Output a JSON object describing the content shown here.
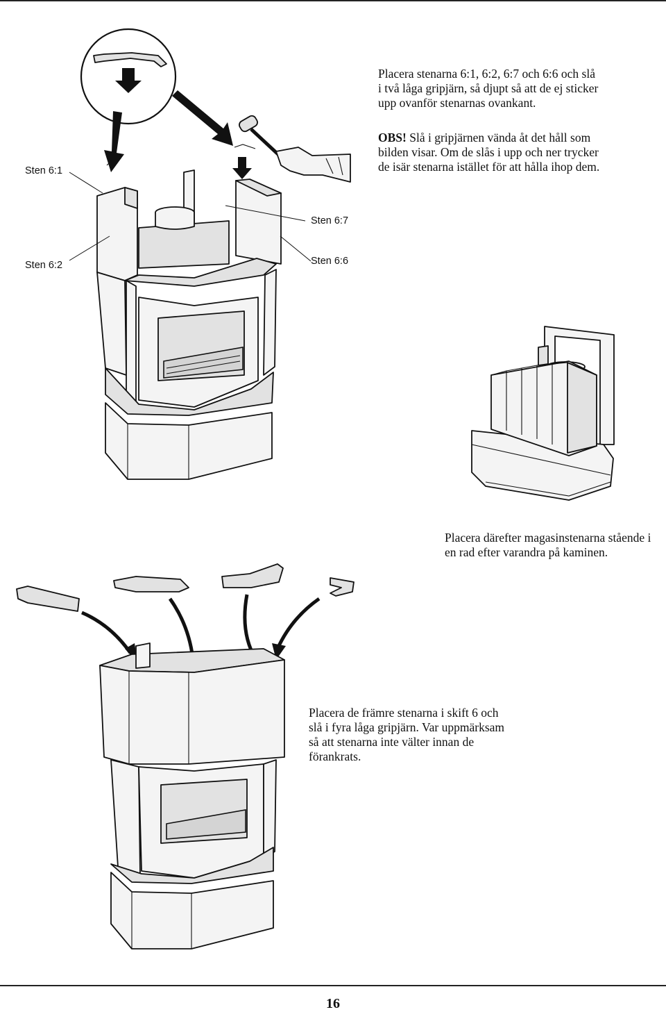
{
  "step1": {
    "instruction": "Placera stenarna 6:1, 6:2, 6:7 och 6:6 och slå i två låga gripjärn, så djupt så att de ej sticker upp ovanför stenarnas ovankant.",
    "obs_label": "OBS!",
    "obs_text": " Slå i gripjärnen vända åt det håll som bilden visar. Om de slås i upp och ner trycker de isär stenarna istället för att hålla ihop dem."
  },
  "labels": {
    "sten_6_1": "Sten 6:1",
    "sten_6_7": "Sten 6:7",
    "sten_6_2": "Sten 6:2",
    "sten_6_6": "Sten 6:6"
  },
  "step2": {
    "instruction": "Placera därefter magasinstenarna stående i en rad efter varandra på kaminen."
  },
  "step3": {
    "instruction": "Placera de främre stenarna i skift 6 och slå i fyra låga gripjärn. Var uppmärksam så att stenarna inte välter innan de förankrats."
  },
  "page_number": "16"
}
